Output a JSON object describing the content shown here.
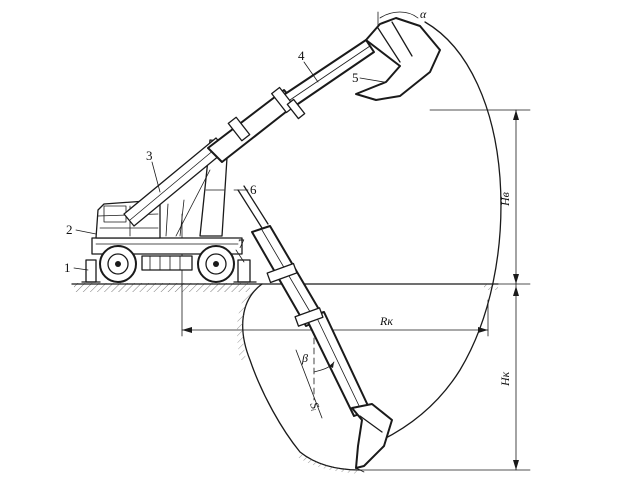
{
  "diagram": {
    "callouts": [
      "1",
      "2",
      "3",
      "4",
      "5",
      "6",
      "7"
    ],
    "dimensions": {
      "h_upper": "Hв",
      "h_lower": "Hк",
      "r_reach": "Rк"
    },
    "angles": {
      "alpha": "α",
      "beta": "β"
    },
    "segments": {
      "stroke": "Sᵢ"
    },
    "colors": {
      "line": "#1a1a1a",
      "ground_hatch": "#b9b9b9",
      "background": "#ffffff"
    }
  }
}
